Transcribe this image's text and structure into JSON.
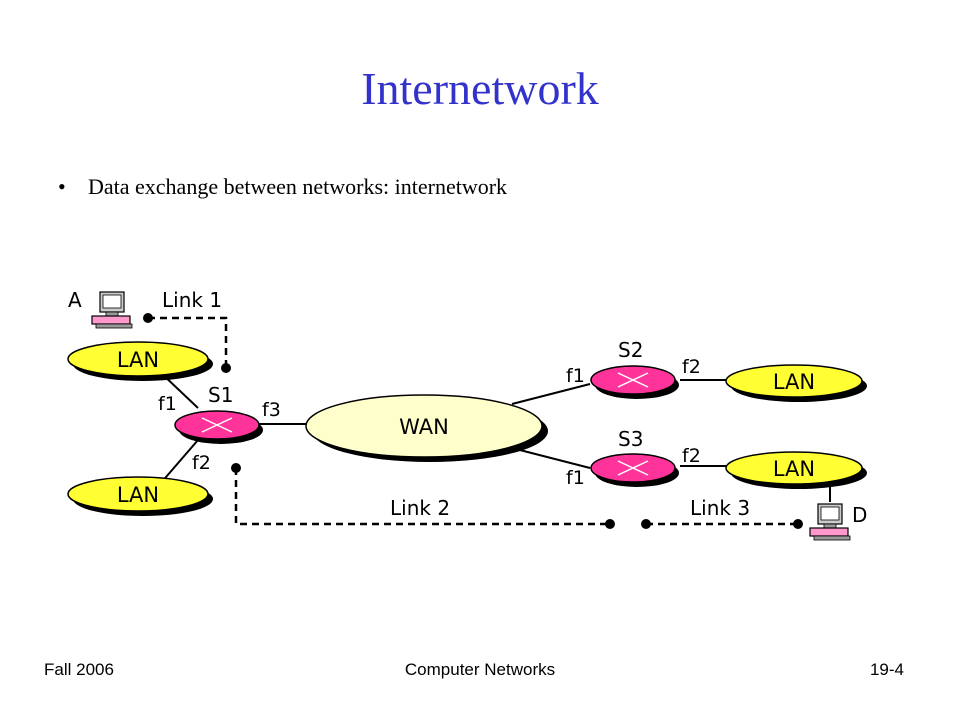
{
  "slide": {
    "title": "Internetwork",
    "bullets": [
      "Data exchange between networks: internetwork"
    ]
  },
  "diagram": {
    "hosts": {
      "a": "A",
      "d": "D"
    },
    "lan_label": "LAN",
    "wan_label": "WAN",
    "switches": {
      "s1": "S1",
      "s2": "S2",
      "s3": "S3"
    },
    "ports": {
      "f1": "f1",
      "f2": "f2",
      "f3": "f3"
    },
    "links": {
      "link1": "Link 1",
      "link2": "Link 2",
      "link3": "Link 3"
    },
    "colors": {
      "lan_fill": "#ffff33",
      "wan_fill": "#ffffcc",
      "switch_fill": "#ff3399",
      "title": "#3333cc"
    }
  },
  "footer": {
    "left": "Fall 2006",
    "center": "Computer Networks",
    "right": "19-4"
  }
}
